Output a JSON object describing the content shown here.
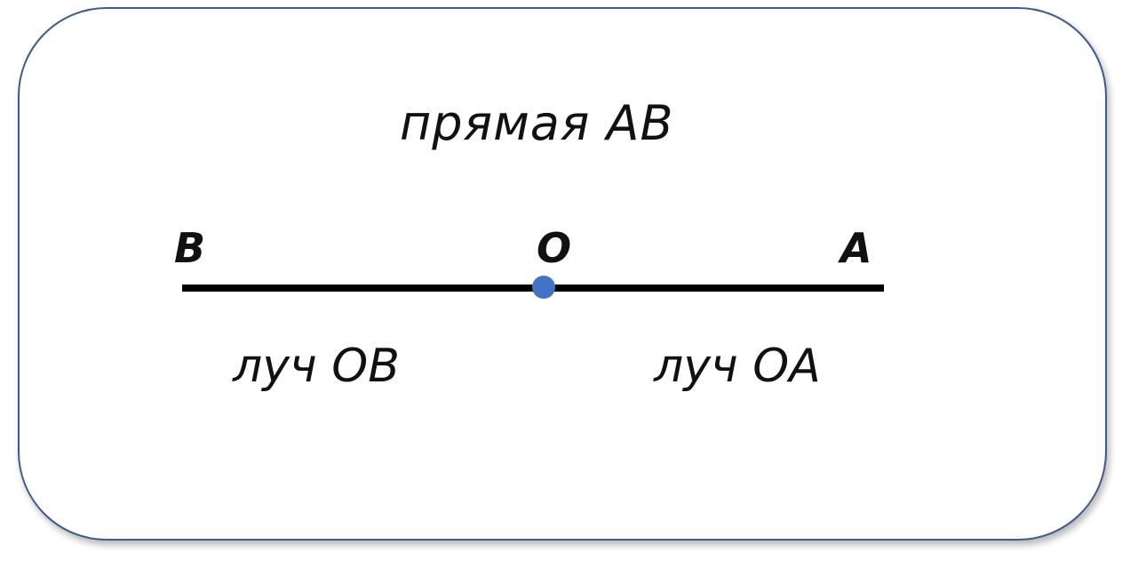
{
  "title": "прямая АВ",
  "points": {
    "b": "В",
    "o": "О",
    "a": "А"
  },
  "rays": {
    "ob": "луч ОВ",
    "oa": "луч ОА"
  },
  "colors": {
    "border": "#3e5b8e",
    "line": "#000000",
    "point": "#4472c4"
  }
}
